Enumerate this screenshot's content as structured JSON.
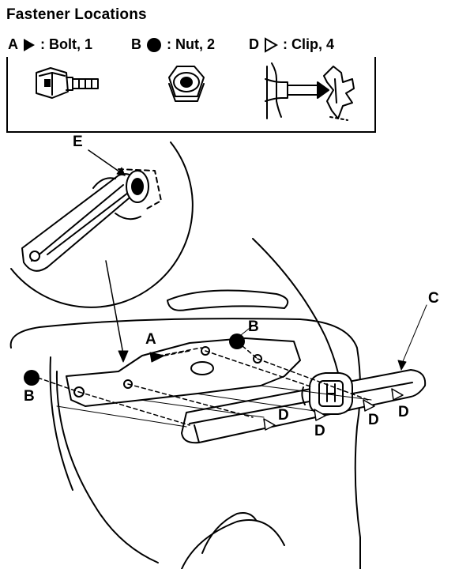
{
  "title": "Fastener Locations",
  "legend": [
    {
      "letter": "A",
      "icon": "filled-triangle-icon",
      "label": ": Bolt, 1"
    },
    {
      "letter": "B",
      "icon": "filled-circle-icon",
      "label": ": Nut, 2"
    },
    {
      "letter": "D",
      "icon": "outline-triangle-icon",
      "label": ": Clip, 4"
    }
  ],
  "callouts": {
    "E": "E",
    "A": "A",
    "B_top": "B",
    "B_left": "B",
    "C": "C",
    "D1": "D",
    "D2": "D",
    "D3": "D",
    "D4": "D"
  },
  "colors": {
    "ink": "#000000",
    "paper": "#ffffff"
  }
}
